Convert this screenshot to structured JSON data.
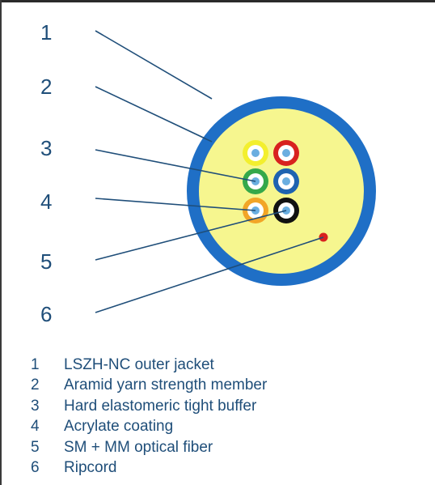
{
  "callout_numbers": [
    "1",
    "2",
    "3",
    "4",
    "5",
    "6"
  ],
  "colors": {
    "jacket": "#1f6fc6",
    "filler": "#f6f68f",
    "leader_line": "#1f4e79",
    "label_text": "#1f4e79",
    "fiber_core": "#6aaee0",
    "buffer_yellow": "#f3ef2e",
    "buffer_red": "#d8221f",
    "buffer_green": "#35a84a",
    "buffer_blue": "#1e63b0",
    "buffer_orange": "#f2a526",
    "buffer_black": "#111111",
    "ripcord": "#d8221f"
  },
  "legend": [
    {
      "num": "1",
      "text": "LSZH-NC outer jacket"
    },
    {
      "num": "2",
      "text": "Aramid yarn strength member"
    },
    {
      "num": "3",
      "text": "Hard elastomeric tight buffer"
    },
    {
      "num": "4",
      "text": "Acrylate coating"
    },
    {
      "num": "5",
      "text": "SM + MM optical fiber"
    },
    {
      "num": "6",
      "text": "Ripcord"
    }
  ]
}
